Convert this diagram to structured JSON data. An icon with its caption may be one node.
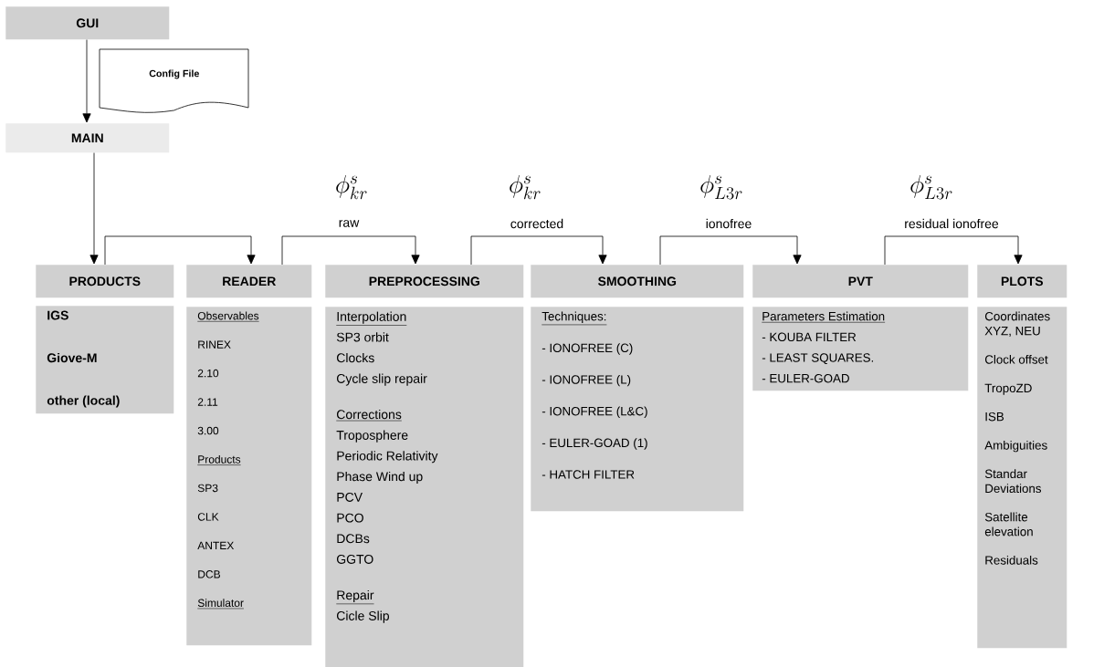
{
  "diagram": {
    "nodes": [
      {
        "text": [
          "GUI"
        ]
      },
      {
        "text": [
          "Config File"
        ]
      },
      {
        "text": [
          "MAIN"
        ]
      },
      {
        "text": [
          "PRODUCTS"
        ]
      },
      {
        "text": [
          "IGS",
          "Giove-M",
          "other (local)"
        ]
      },
      {
        "text": [
          "READER"
        ]
      },
      {
        "text": [
          "Observables",
          "RINEX",
          "2.10",
          "2.11",
          "3.00",
          "Products",
          "SP3",
          "CLK",
          "ANTEX",
          "DCB",
          "Simulator"
        ]
      },
      {
        "text": [
          "PREPROCESSING"
        ]
      },
      {
        "text": [
          "Interpolation",
          "SP3 orbit",
          "Clocks",
          "Cycle slip repair",
          "Corrections",
          "Troposphere",
          "Periodic Relativity",
          "Phase Wind up",
          "PCV",
          "PCO",
          "DCBs",
          "GGTO",
          "Repair",
          "Cicle Slip"
        ]
      },
      {
        "text": [
          "SMOOTHING"
        ]
      },
      {
        "text": [
          "Techniques:",
          "- IONOFREE (C)",
          "- IONOFREE (L)",
          "- IONOFREE (L&C)",
          "- EULER-GOAD (1)",
          "- HATCH FILTER"
        ]
      },
      {
        "text": [
          "PVT"
        ]
      },
      {
        "text": [
          "Parameters Estimation",
          "- KOUBA FILTER",
          "- LEAST SQUARES.",
          "- EULER-GOAD"
        ]
      },
      {
        "text": [
          "PLOTS"
        ]
      },
      {
        "text": [
          "Coordinates XYZ, NEU",
          "Clock offset",
          "TropoZD",
          "ISB",
          "Ambiguities",
          "Standar Deviations",
          "Satellite elevation",
          "Residuals"
        ]
      }
    ],
    "edges": [
      {
        "from": 0,
        "to": 2,
        "arrow": "to"
      },
      {
        "from": 2,
        "to": 3,
        "arrow": "to"
      },
      {
        "from": 3,
        "to": 5,
        "arrow": "to"
      },
      {
        "from": 5,
        "to": 7,
        "arrow": "to",
        "label": "raw"
      },
      {
        "from": 7,
        "to": 9,
        "arrow": "to",
        "label": "corrected"
      },
      {
        "from": 9,
        "to": 11,
        "arrow": "to",
        "label": "ionofree"
      },
      {
        "from": 11,
        "to": 13,
        "arrow": "to",
        "label": "residual ionofree"
      }
    ],
    "labels": [
      "\\phi_{kr}^{s}",
      "\\phi_{kr}^{s}",
      "\\phi_{L3r}^{s}",
      "\\phi_{L3r}^{s}"
    ]
  }
}
